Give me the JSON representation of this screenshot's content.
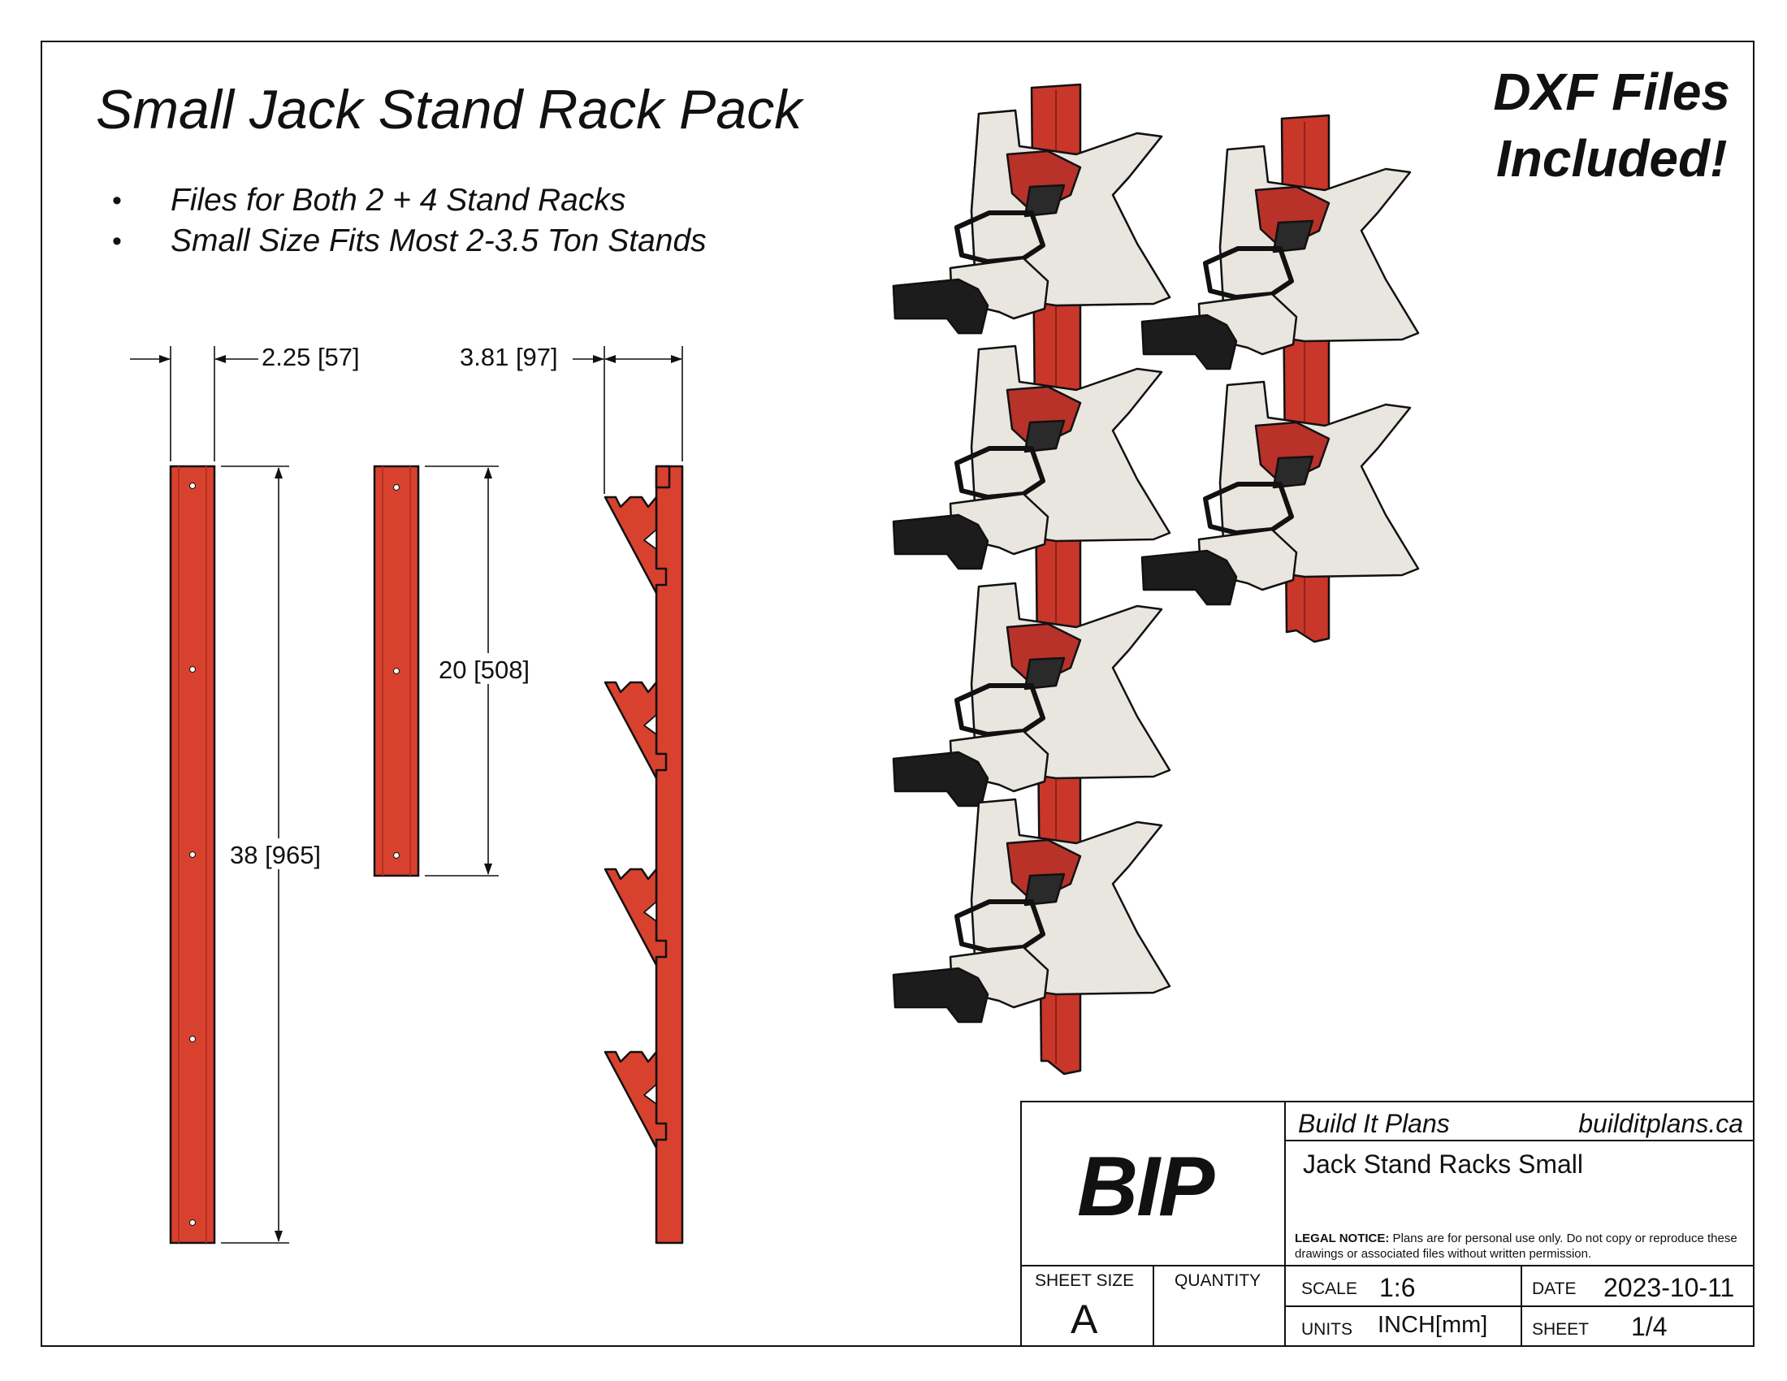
{
  "title": "Small Jack Stand Rack Pack",
  "bullets": [
    "Files for Both 2 + 4 Stand Racks",
    "Small Size Fits Most 2-3.5 Ton Stands"
  ],
  "callout": {
    "line1": "DXF Files",
    "line2": "Included!"
  },
  "dimensions": {
    "width_rail": "2.25 [57]",
    "depth_profile": "3.81 [97]",
    "short_length": "20 [508]",
    "long_length": "38 [965]"
  },
  "title_block": {
    "logo": "BIP",
    "company": "Build It Plans",
    "website": "builditplans.ca",
    "project": "Jack Stand Racks Small",
    "legal_label": "LEGAL NOTICE:",
    "legal_text": " Plans are for personal use only. Do not copy or reproduce these drawings or associated files without written permission.",
    "sheet_size_label": "SHEET SIZE",
    "sheet_size": "A",
    "quantity_label": "QUANTITY",
    "scale_label": "SCALE",
    "scale": "1:6",
    "date_label": "DATE",
    "date": "2023-10-11",
    "units_label": "UNITS",
    "units": "INCH[mm]",
    "sheet_label": "SHEET",
    "sheet": "1/4"
  },
  "colors": {
    "rail_red": "#d9412f",
    "stand_cream": "#e9e6df",
    "handle_black": "#1c1c1c",
    "line": "#111111"
  }
}
